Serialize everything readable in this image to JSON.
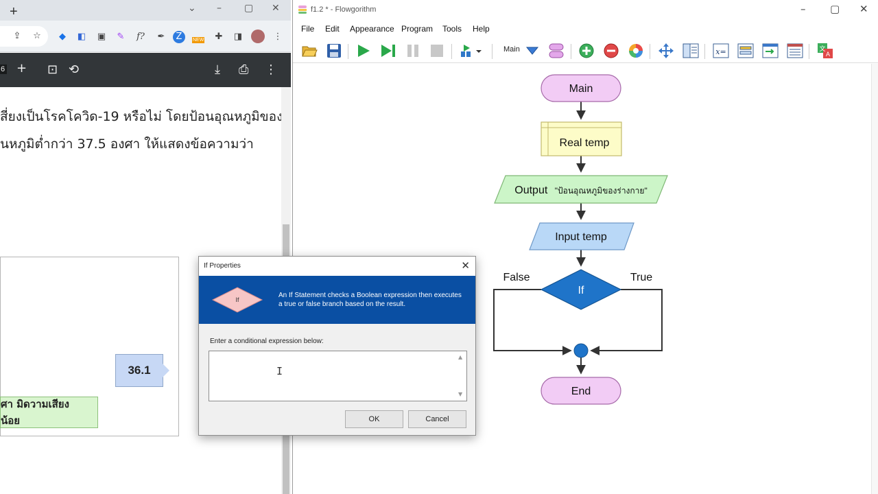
{
  "browser": {
    "pdf_page_indicator": "6",
    "pdf_text_lines": [
      "สี่ยงเป็นโรคโควิด-19 หรือไม่ โดยป้อนอุณหภูมิของ",
      "นหภูมิต่ำกว่า 37.5 องศา ให้แสดงข้อความว่า"
    ],
    "callout_value": "36.1",
    "green_box_text": "ศา  มิดวามเสียงน้อย",
    "extension_new_badge": "NEW"
  },
  "flowgorithm": {
    "window_title": "f1.2 * - Flowgorithm",
    "menu": [
      "File",
      "Edit",
      "Appearance",
      "Program",
      "Tools",
      "Help"
    ],
    "function_selector": "Main",
    "flowchart": {
      "start_label": "Main",
      "declare_label": "Real temp",
      "output_keyword": "Output",
      "output_string": "\"ป้อนอุณหภูมิของร่างกาย\"",
      "input_label": "Input temp",
      "if_label": "If",
      "false_label": "False",
      "true_label": "True",
      "end_label": "End"
    },
    "colors": {
      "terminal_fill": "#f2ccf5",
      "declare_fill": "#fdfcc8",
      "output_fill": "#ccf5c8",
      "input_fill": "#b9d8f7",
      "if_fill": "#1f74c9"
    }
  },
  "dialog": {
    "title": "If Properties",
    "shape_label": "If",
    "description": "An If Statement checks a Boolean expression then executes a true or false branch based on the result.",
    "prompt": "Enter a conditional expression below:",
    "expression_value": "",
    "ok_label": "OK",
    "cancel_label": "Cancel",
    "banner_color": "#0a4fa3"
  }
}
